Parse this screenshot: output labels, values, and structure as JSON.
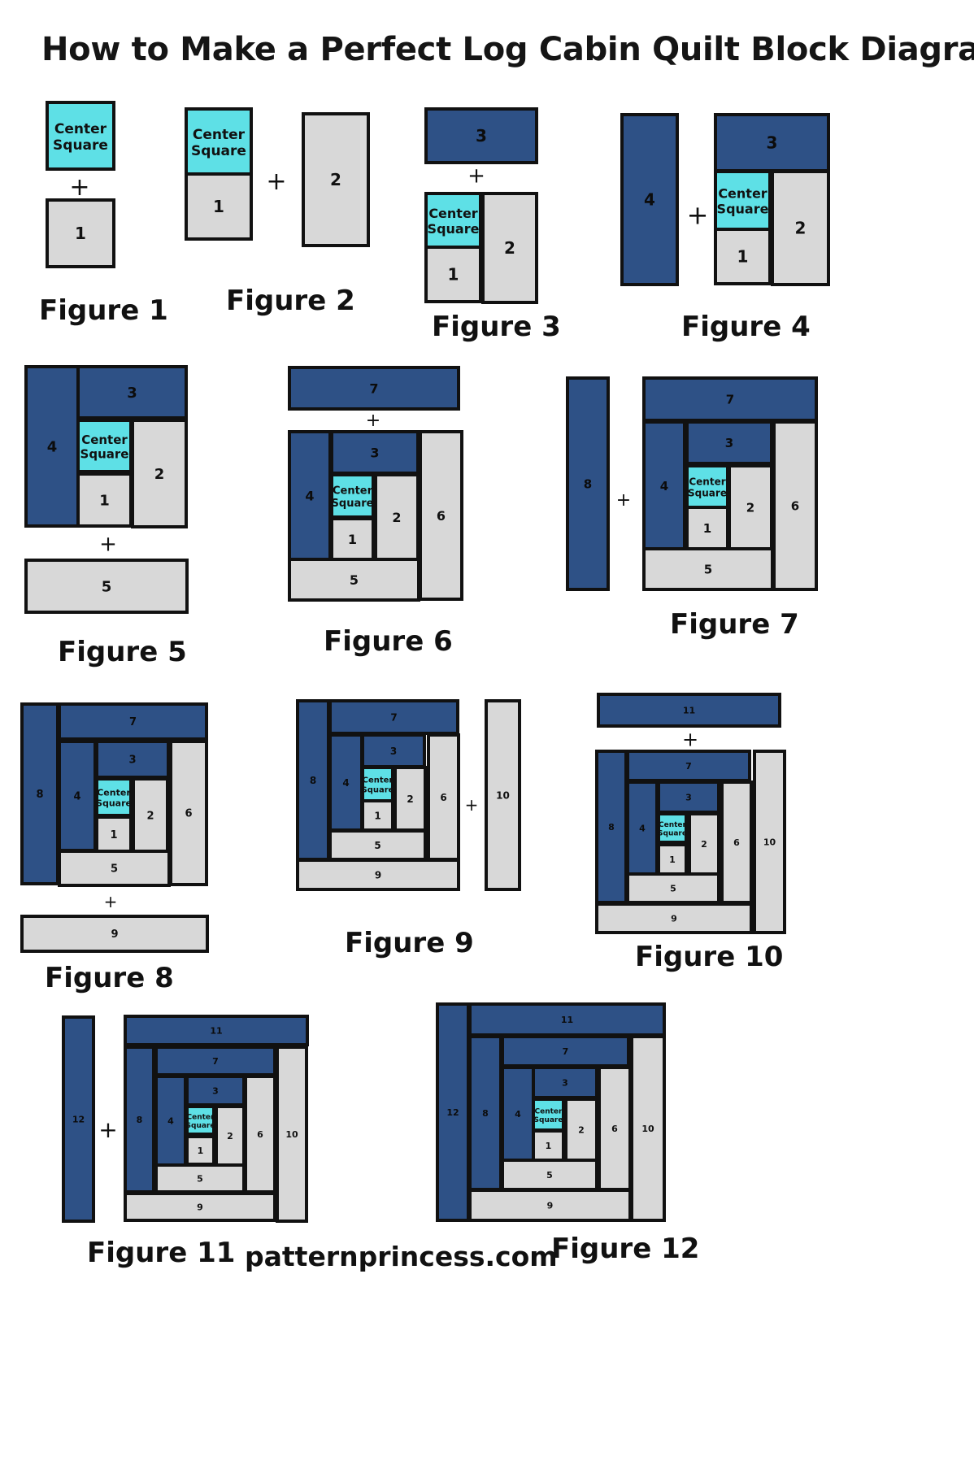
{
  "title": "How to Make a Perfect Log Cabin Quilt Block Diagram",
  "website": "patternprincess.com",
  "colors": {
    "dark": "#2e5186",
    "light": "#d8d8d8",
    "center": "#5ee0e6",
    "outline": "#111111"
  },
  "center_label": [
    "Center",
    "Square"
  ],
  "plus_symbol": "+",
  "figures": [
    {
      "label": "Figure 1"
    },
    {
      "label": "Figure 2"
    },
    {
      "label": "Figure 3"
    },
    {
      "label": "Figure 4"
    },
    {
      "label": "Figure 5"
    },
    {
      "label": "Figure 6"
    },
    {
      "label": "Figure 7"
    },
    {
      "label": "Figure 8"
    },
    {
      "label": "Figure 9"
    },
    {
      "label": "Figure 10"
    },
    {
      "label": "Figure 11"
    },
    {
      "label": "Figure 12"
    }
  ],
  "pieces": [
    {
      "id": "1",
      "color": "light"
    },
    {
      "id": "2",
      "color": "light"
    },
    {
      "id": "3",
      "color": "dark"
    },
    {
      "id": "4",
      "color": "dark"
    },
    {
      "id": "5",
      "color": "light"
    },
    {
      "id": "6",
      "color": "light"
    },
    {
      "id": "7",
      "color": "dark"
    },
    {
      "id": "8",
      "color": "dark"
    },
    {
      "id": "9",
      "color": "light"
    },
    {
      "id": "10",
      "color": "light"
    },
    {
      "id": "11",
      "color": "dark"
    },
    {
      "id": "12",
      "color": "dark"
    }
  ]
}
